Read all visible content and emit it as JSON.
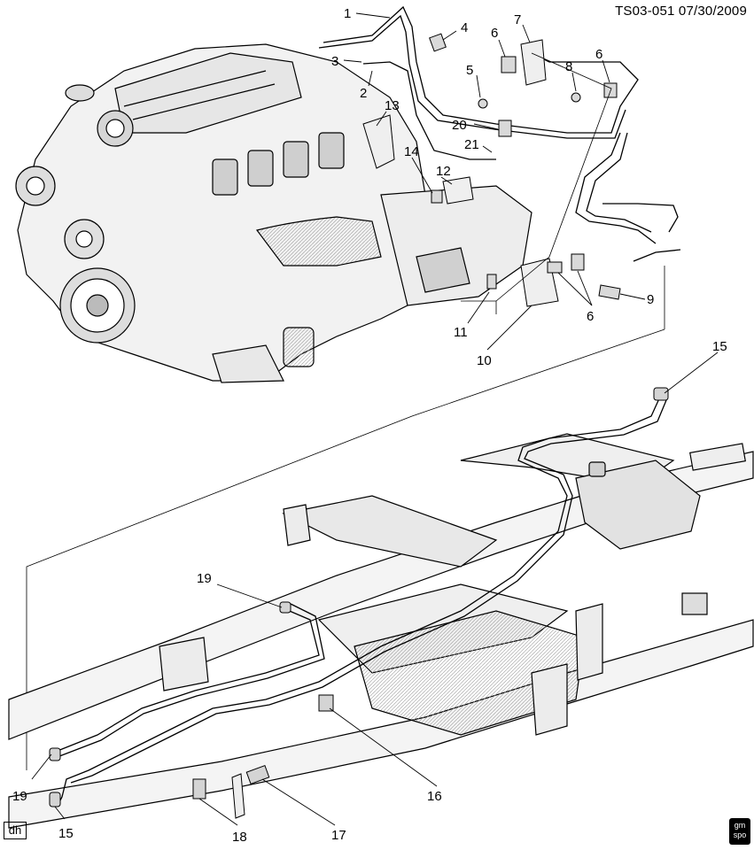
{
  "header": {
    "ref": "TS03-051",
    "date": "07/30/2009"
  },
  "footer": {
    "tag": "dh",
    "logo_line1": "gm",
    "logo_line2": "spo"
  },
  "callouts": [
    "1",
    "2",
    "3",
    "4",
    "5",
    "6",
    "7",
    "8",
    "6",
    "20",
    "21",
    "13",
    "14",
    "12",
    "11",
    "10",
    "6",
    "9",
    "15",
    "15",
    "19",
    "19",
    "16",
    "17",
    "18"
  ],
  "colors": {
    "ink": "#000000",
    "paper": "#ffffff",
    "shade": "#d8d8d8"
  }
}
